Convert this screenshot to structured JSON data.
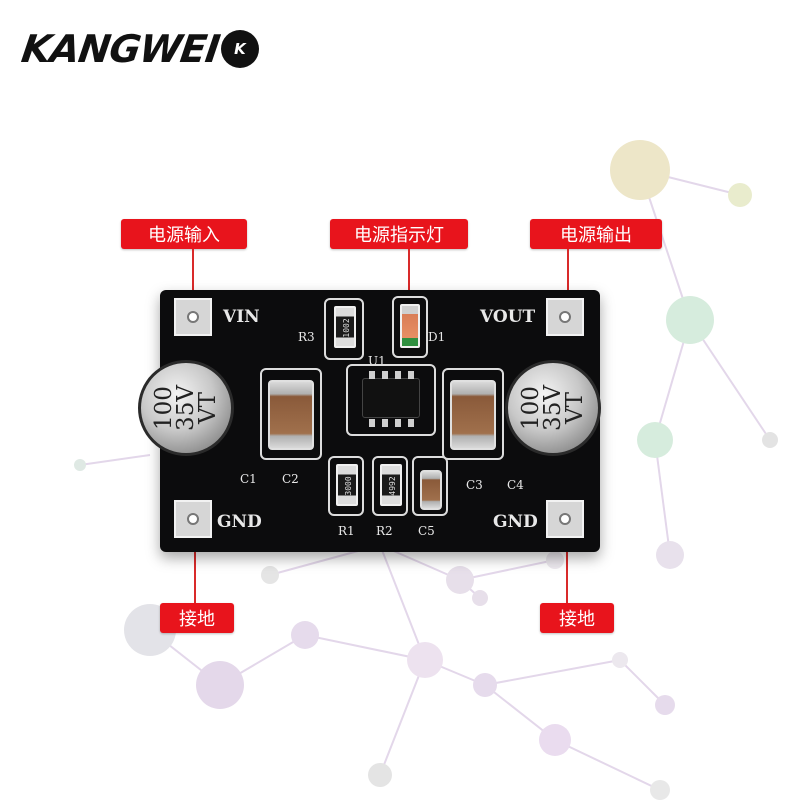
{
  "brand": {
    "text": "KANGWEI",
    "mark": "K"
  },
  "callouts": {
    "vin_label": "电源输入",
    "led_label": "电源指示灯",
    "vout_label": "电源输出",
    "gnd_left_label": "接地",
    "gnd_right_label": "接地"
  },
  "board": {
    "vin": "VIN",
    "vout": "VOUT",
    "gnd_left": "GND",
    "gnd_right": "GND",
    "r3": "R3",
    "d1": "D1",
    "u1": "U1",
    "c1": "C1",
    "c2": "C2",
    "c3": "C3",
    "c4": "C4",
    "r1": "R1",
    "r2": "R2",
    "c5": "C5",
    "cap_left_text": "100\n35V\nVT",
    "cap_right_text": "100\n35V\nVT",
    "r3_code": "1002",
    "r1_code": "3000",
    "r2_code": "4992"
  },
  "colors": {
    "callout_red": "#e8141c",
    "pcb": "#0c0c0d"
  }
}
